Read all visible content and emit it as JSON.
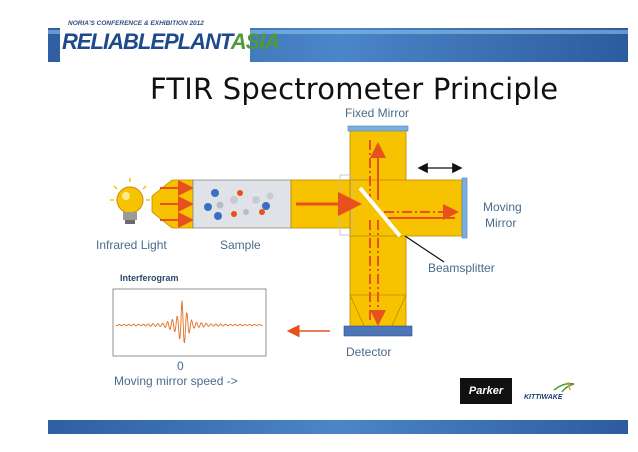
{
  "logo": {
    "tagline": "NORIA'S CONFERENCE & EXHIBITION 2012",
    "brand_main": "RELIABLEPLANT",
    "brand_accent": "ASIA"
  },
  "title": "FTIR Spectrometer Principle",
  "labels": {
    "fixed_mirror": "Fixed Mirror",
    "moving_mirror_1": "Moving",
    "moving_mirror_2": "Mirror",
    "beamsplitter": "Beamsplitter",
    "detector": "Detector",
    "infrared_light": "Infrared Light",
    "sample": "Sample",
    "interferogram": "Interferogram",
    "zero": "0",
    "speed": "Moving mirror speed ->"
  },
  "sponsors": {
    "parker": "Parker",
    "kittiwake": "KITTIWAKE"
  },
  "colors": {
    "header_blue": "#3a70b0",
    "beam_yellow": "#f7c200",
    "beam_red": "#e8501e",
    "mirror_blue": "#7ab0e0",
    "detector_blue": "#4d75b8",
    "label_blue": "#4a6b8a"
  }
}
